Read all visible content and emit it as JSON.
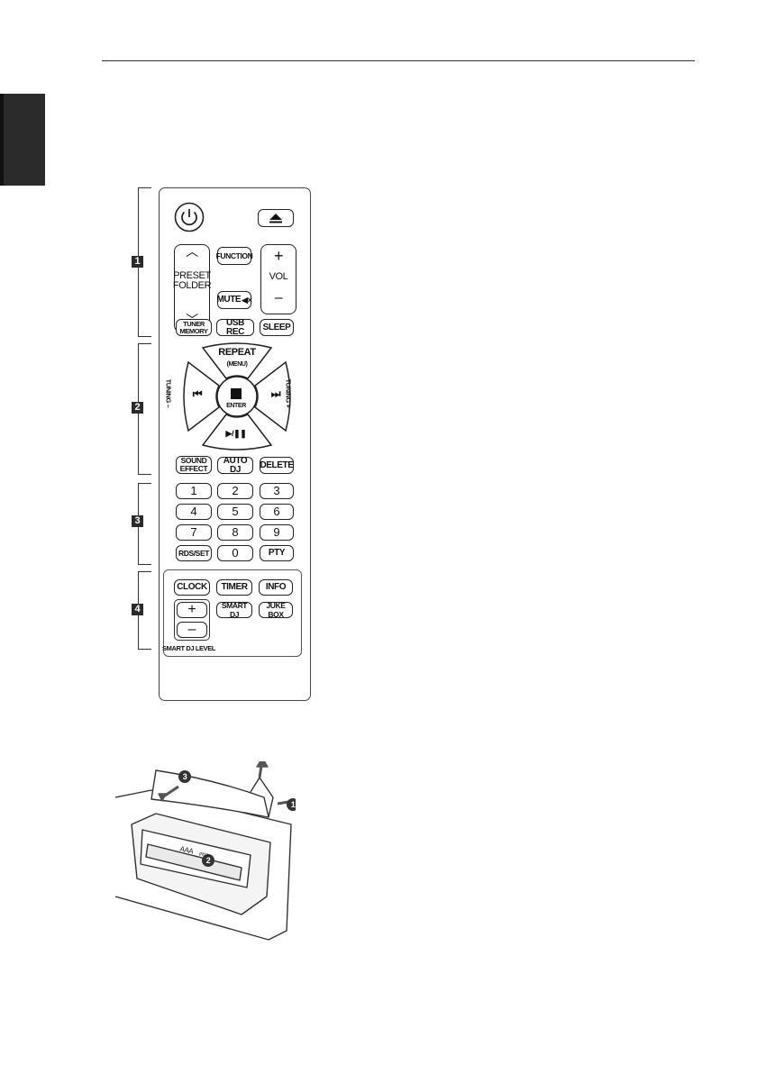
{
  "remote": {
    "groups": [
      "1",
      "2",
      "3",
      "4"
    ],
    "row1": {
      "power_icon": "power-icon",
      "eject_icon": "eject-icon"
    },
    "preset_folder": {
      "up": "︿",
      "label": "PRESET\nFOLDER",
      "down": "﹀"
    },
    "function_label": "FUNCTION",
    "mute_label": "MUTE",
    "volume": {
      "plus": "+",
      "label": "VOL",
      "minus": "–"
    },
    "tuner_memory_label": "TUNER\nMEMORY",
    "usb_rec_label": "USB REC",
    "sleep_label": "SLEEP",
    "dpad": {
      "top_label": "REPEAT",
      "top_sub": "(MENU)",
      "center_label": "ENTER",
      "bottom_glyph": "▶/❚❚",
      "prev_glyph": "⏮",
      "next_glyph": "⏭",
      "tuning_minus": "TUNING –",
      "tuning_plus": "TUNING +"
    },
    "sound_effect_label": "SOUND\nEFFECT",
    "auto_dj_label": "AUTO DJ",
    "delete_label": "DELETE",
    "numbers": [
      "1",
      "2",
      "3",
      "4",
      "5",
      "6",
      "7",
      "8",
      "9"
    ],
    "rds_set_label": "RDS/SET",
    "zero_label": "0",
    "pty_label": "PTY",
    "clock_label": "CLOCK",
    "timer_label": "TIMER",
    "info_label": "INFO",
    "smart_dj_plus": "+",
    "smart_dj_minus": "–",
    "smart_dj_label": "SMART DJ",
    "juke_box_label": "JUKE BOX",
    "smart_dj_level_label": "SMART DJ LEVEL"
  },
  "battery_illustration": {
    "callouts": [
      "1",
      "2",
      "3"
    ],
    "battery_label": "AAA",
    "battery_sub": "(R03)"
  }
}
